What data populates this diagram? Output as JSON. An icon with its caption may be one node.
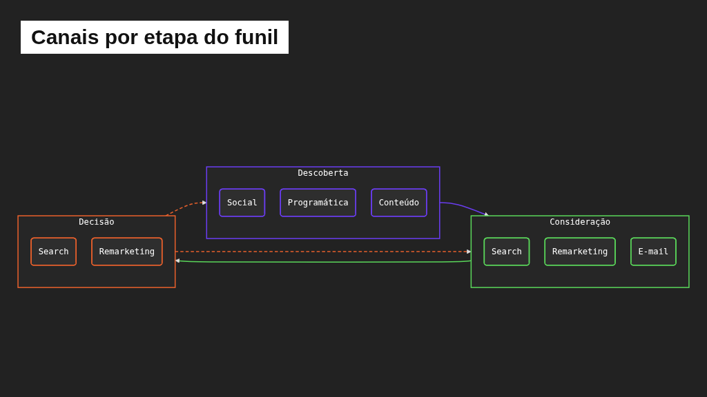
{
  "diagram": {
    "title": "Canais por etapa do funil",
    "nodes": [
      {
        "text": [
          "Descoberta"
        ]
      },
      {
        "text": [
          "Social"
        ],
        "in": 0
      },
      {
        "text": [
          "Programática"
        ],
        "in": 0
      },
      {
        "text": [
          "Conteúdo"
        ],
        "in": 0
      },
      {
        "text": [
          "Consideração"
        ]
      },
      {
        "text": [
          "Search"
        ],
        "in": 4
      },
      {
        "text": [
          "Remarketing"
        ],
        "in": 4
      },
      {
        "text": [
          "E-mail"
        ],
        "in": 4
      },
      {
        "text": [
          "Decisão"
        ]
      },
      {
        "text": [
          "Search"
        ],
        "in": 8
      },
      {
        "text": [
          "Remarketing"
        ],
        "in": 8
      }
    ],
    "edges": [
      {
        "from": 0,
        "to": 4,
        "arrow": "to",
        "color": "#6a3df0"
      },
      {
        "from": 4,
        "to": 8,
        "arrow": "to",
        "color": "#5ad65a"
      },
      {
        "from": 8,
        "to": 0,
        "arrow": "to",
        "style": "dashed",
        "color": "#e8602c"
      },
      {
        "from": 8,
        "to": 4,
        "arrow": "to",
        "style": "dashed",
        "color": "#e8602c"
      }
    ]
  }
}
